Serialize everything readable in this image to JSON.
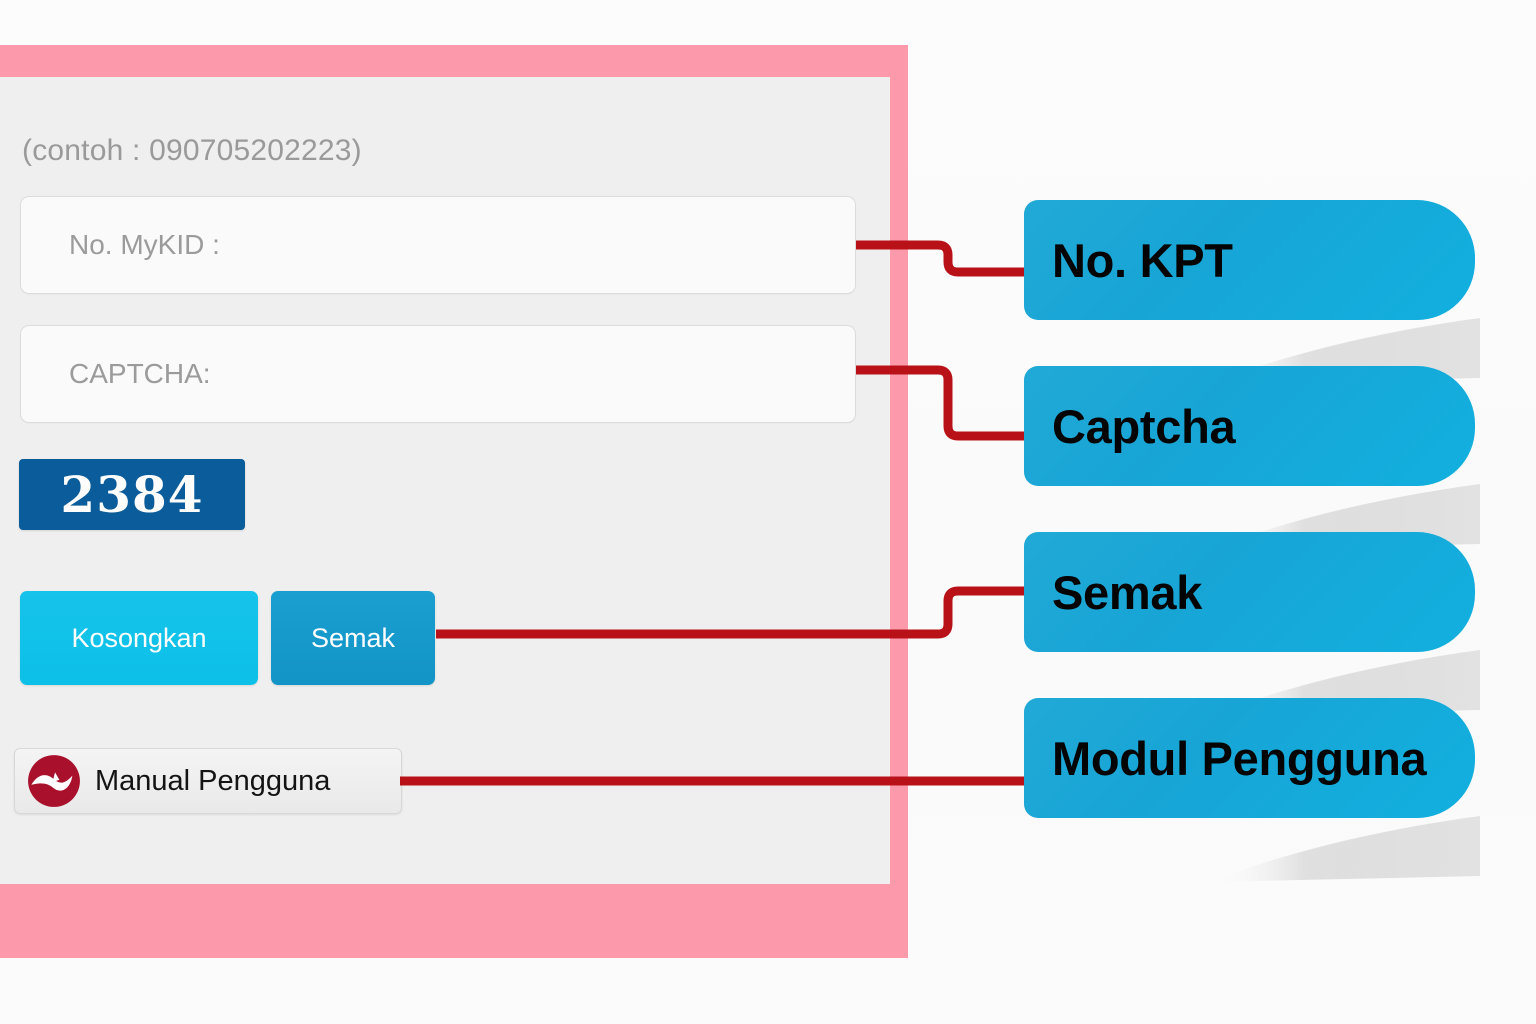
{
  "form": {
    "hint": "(contoh : 090705202223)",
    "fields": [
      {
        "name": "mykid",
        "placeholder": "No. MyKID :",
        "value": ""
      },
      {
        "name": "captcha",
        "placeholder": "CAPTCHA:",
        "value": ""
      }
    ],
    "captcha_code": "2384",
    "buttons": [
      {
        "name": "kosongkan",
        "label": "Kosongkan"
      },
      {
        "name": "semak",
        "label": "Semak"
      }
    ],
    "manual": {
      "label": "Manual Pengguna",
      "logo_icon": "jpn-swoosh-logo-icon"
    }
  },
  "callouts": [
    {
      "label": "No. KPT"
    },
    {
      "label": "Captcha"
    },
    {
      "label": "Semak"
    },
    {
      "label": "Modul Pengguna"
    }
  ],
  "colors": {
    "frame_pink": "#fc9aab",
    "panel_gray": "#efefef",
    "banner_cyan": "#17a5d6",
    "connector_red": "#b81218",
    "captcha_blue": "#0b5c9b",
    "btn_kosongkan": "#0cc0e8",
    "btn_semak": "#1294c6",
    "logo_crimson": "#a8102c"
  }
}
